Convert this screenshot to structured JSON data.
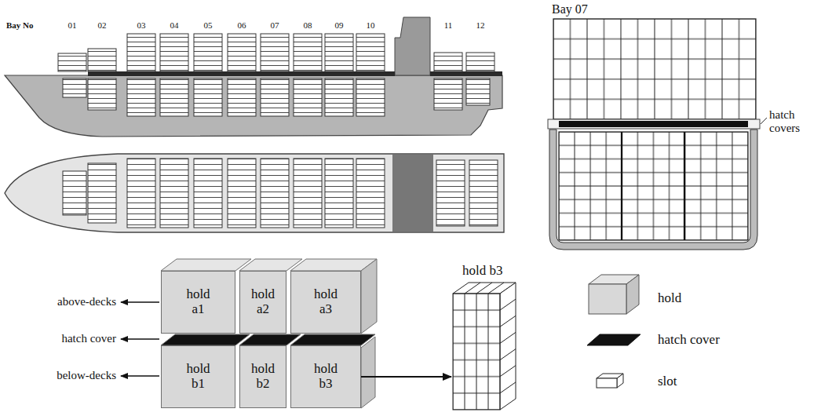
{
  "diagram": {
    "nodes": [
      {
        "text": [
          "hold a1"
        ]
      },
      {
        "text": [
          "hold a2"
        ]
      },
      {
        "text": [
          "hold a3"
        ]
      },
      {
        "text": [
          "hold b1"
        ]
      },
      {
        "text": [
          "hold b2"
        ]
      },
      {
        "text": [
          "hold b3"
        ]
      },
      {
        "text": [
          "hold b3"
        ]
      }
    ],
    "edges": [
      {
        "from": 5,
        "to": 6,
        "arrow": "to"
      }
    ],
    "labels": [
      "Bay No",
      "01",
      "02",
      "03",
      "04",
      "05",
      "06",
      "07",
      "08",
      "09",
      "10",
      "11",
      "12",
      "Bay 07",
      "hatch covers",
      "above-decks",
      "hatch cover",
      "below-decks"
    ],
    "legend": [
      {
        "text": "hold"
      },
      {
        "text": "hatch cover"
      },
      {
        "text": "slot"
      }
    ]
  }
}
